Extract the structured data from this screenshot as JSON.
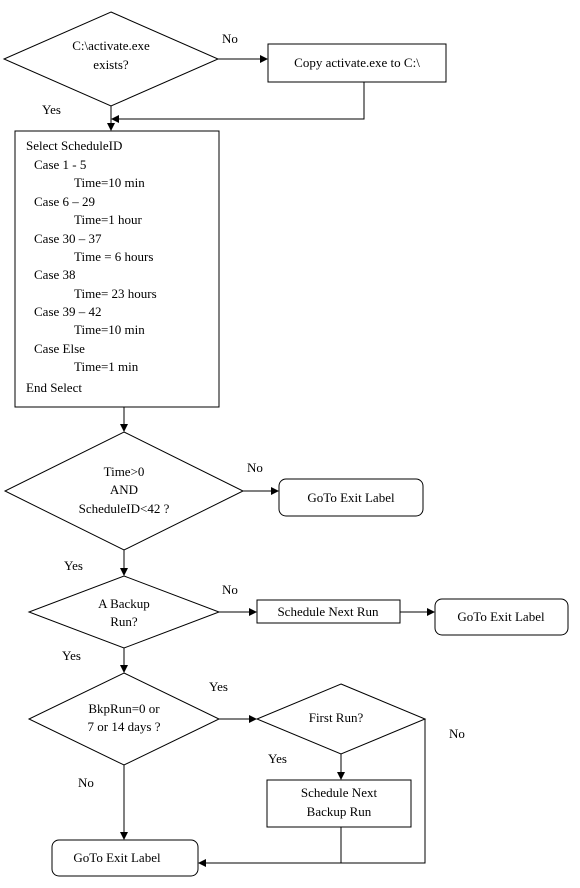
{
  "nodes": {
    "check_exists": {
      "lines": [
        "C:\\activate.exe",
        "exists?"
      ]
    },
    "copy_activate": {
      "text": "Copy activate.exe to C:\\"
    },
    "select_block": {
      "lines": [
        "Select ScheduleID",
        "Case 1 - 5",
        "Time=10 min",
        "Case 6 – 29",
        "Time=1 hour",
        "Case 30 – 37",
        "Time = 6 hours",
        "Case 38",
        "Time= 23 hours",
        "Case 39 – 42",
        "Time=10 min",
        "Case Else",
        "Time=1 min",
        "End Select"
      ]
    },
    "time_check": {
      "lines": [
        "Time>0",
        "AND",
        "ScheduleID<42 ?"
      ]
    },
    "exit_1": {
      "text": "GoTo Exit Label"
    },
    "backup_run": {
      "lines": [
        "A Backup",
        "Run?"
      ]
    },
    "schedule_next_run": {
      "text": "Schedule Next Run"
    },
    "exit_2": {
      "text": "GoTo Exit Label"
    },
    "bkp_check": {
      "lines": [
        "BkpRun=0 or",
        "7 or 14 days ?"
      ]
    },
    "first_run": {
      "text": "First Run?"
    },
    "schedule_next_backup": {
      "lines": [
        "Schedule Next",
        "Backup Run"
      ]
    },
    "exit_3": {
      "text": "GoTo Exit Label"
    }
  },
  "edge_labels": {
    "exists_no": "No",
    "exists_yes": "Yes",
    "time_no": "No",
    "time_yes": "Yes",
    "backup_no": "No",
    "backup_yes": "Yes",
    "bkp_yes": "Yes",
    "bkp_no": "No",
    "first_yes": "Yes",
    "first_no": "No"
  }
}
